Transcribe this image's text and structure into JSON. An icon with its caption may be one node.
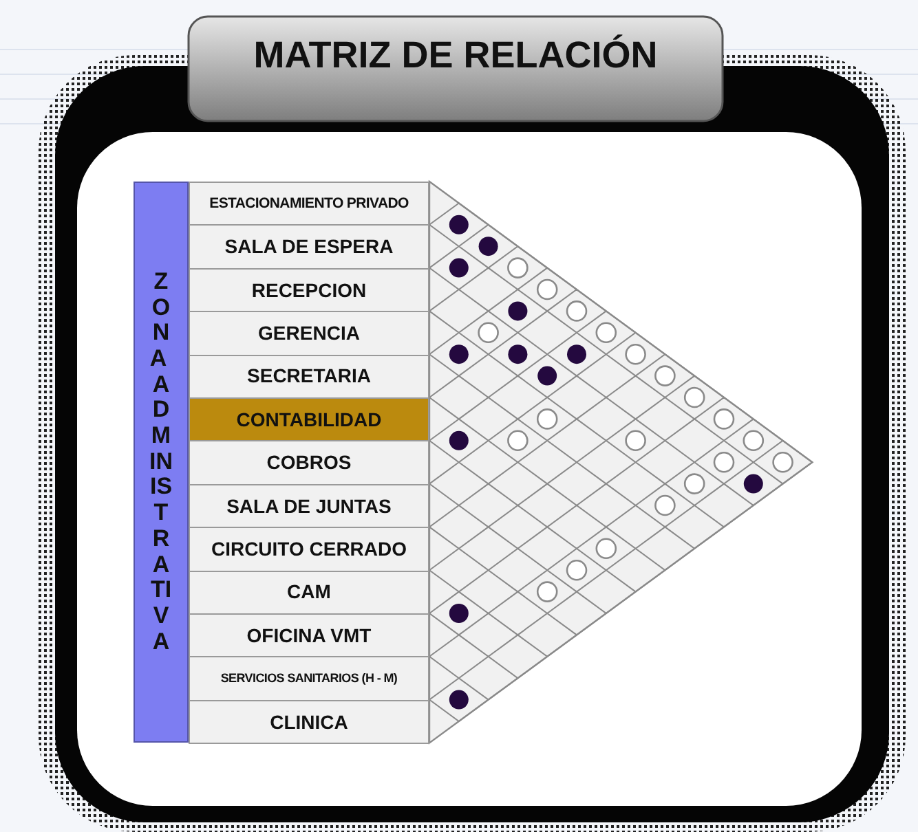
{
  "diagram": {
    "title": "MATRIZ DE RELACIÓN",
    "nodes": [
      {
        "text": [
          "ZONA ADMINISTRATIVA"
        ]
      },
      {
        "text": [
          "ESTACIONAMIENTO PRIVADO"
        ]
      },
      {
        "text": [
          "SALA DE ESPERA"
        ]
      },
      {
        "text": [
          "RECEPCION"
        ]
      },
      {
        "text": [
          "GERENCIA"
        ]
      },
      {
        "text": [
          "SECRETARIA"
        ]
      },
      {
        "text": [
          "CONTABILIDAD"
        ]
      },
      {
        "text": [
          "COBROS"
        ]
      },
      {
        "text": [
          "SALA DE JUNTAS"
        ]
      },
      {
        "text": [
          "CIRCUITO CERRADO"
        ]
      },
      {
        "text": [
          "CAM"
        ]
      },
      {
        "text": [
          "OFICINA VMT"
        ]
      },
      {
        "text": [
          "SERVICIOS SANITARIOS (H - M)"
        ]
      },
      {
        "text": [
          "CLINICA"
        ]
      }
    ]
  }
}
